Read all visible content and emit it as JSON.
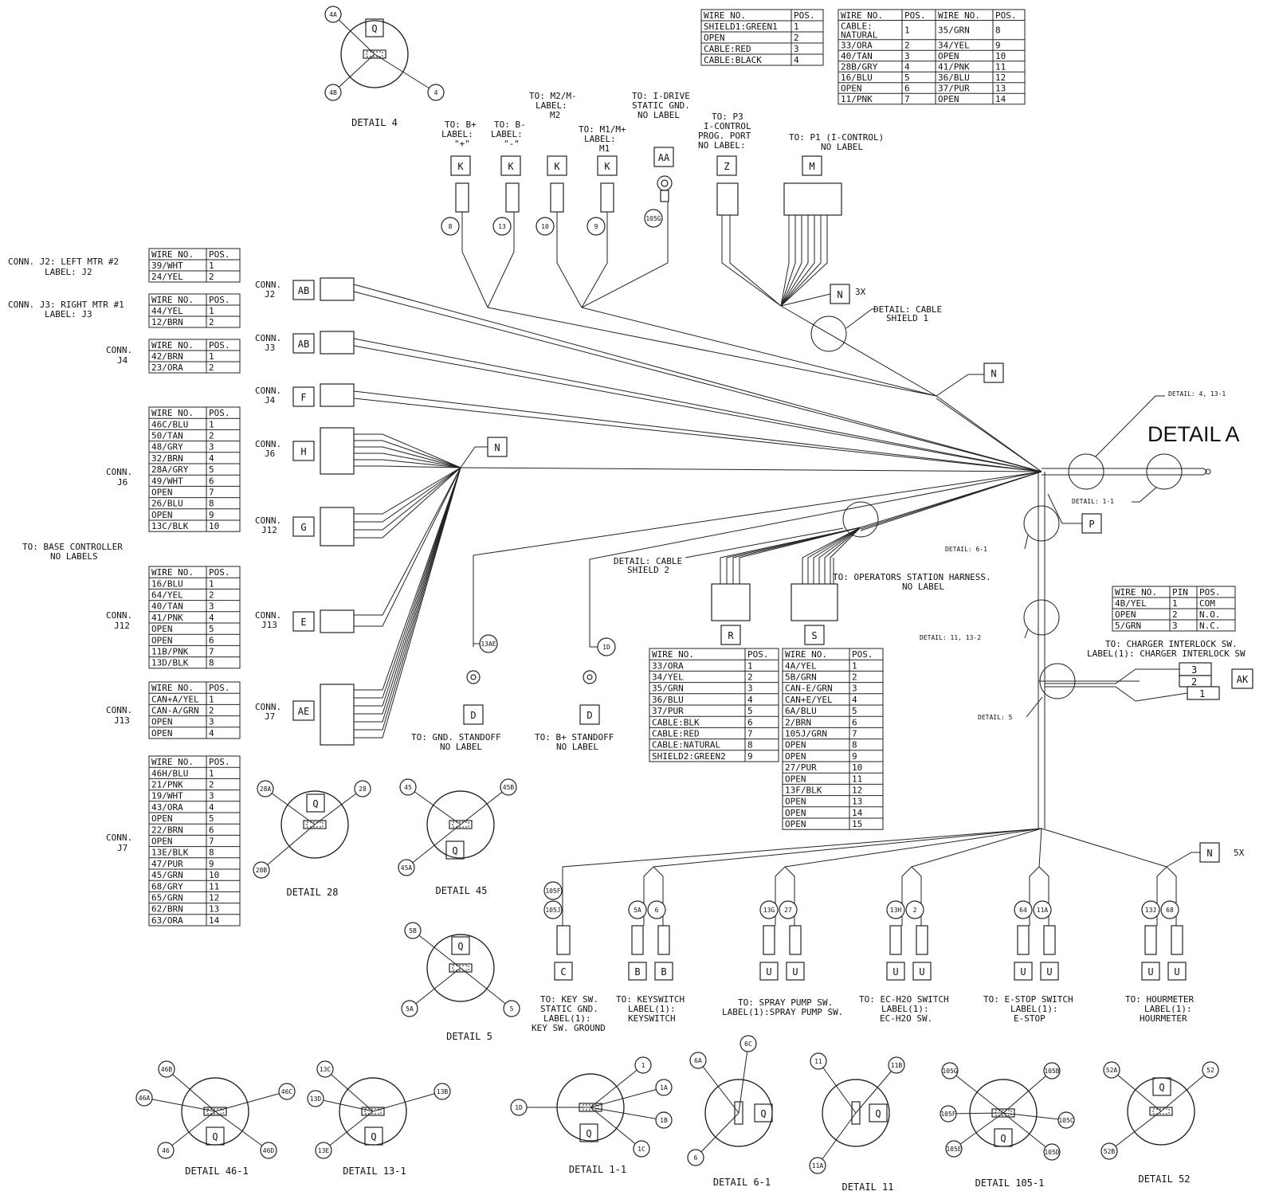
{
  "title": "DETAIL A",
  "tables": [
    {
      "id": "j2",
      "hdr": [
        "WIRE NO.",
        "POS."
      ],
      "rows": [
        [
          "39/WHT",
          "1"
        ],
        [
          "24/YEL",
          "2"
        ]
      ]
    },
    {
      "id": "j3",
      "hdr": [
        "WIRE NO.",
        "POS."
      ],
      "rows": [
        [
          "44/YEL",
          "1"
        ],
        [
          "12/BRN",
          "2"
        ]
      ]
    },
    {
      "id": "j4",
      "hdr": [
        "WIRE NO.",
        "POS."
      ],
      "rows": [
        [
          "42/BRN",
          "1"
        ],
        [
          "23/ORA",
          "2"
        ]
      ]
    },
    {
      "id": "j6",
      "hdr": [
        "WIRE NO.",
        "POS."
      ],
      "rows": [
        [
          "46C/BLU",
          "1"
        ],
        [
          "50/TAN",
          "2"
        ],
        [
          "48/GRY",
          "3"
        ],
        [
          "32/BRN",
          "4"
        ],
        [
          "28A/GRY",
          "5"
        ],
        [
          "49/WHT",
          "6"
        ],
        [
          "OPEN",
          "7"
        ],
        [
          "26/BLU",
          "8"
        ],
        [
          "OPEN",
          "9"
        ],
        [
          "13C/BLK",
          "10"
        ]
      ]
    },
    {
      "id": "j12",
      "hdr": [
        "WIRE NO.",
        "POS."
      ],
      "rows": [
        [
          "16/BLU",
          "1"
        ],
        [
          "64/YEL",
          "2"
        ],
        [
          "40/TAN",
          "3"
        ],
        [
          "41/PNK",
          "4"
        ],
        [
          "OPEN",
          "5"
        ],
        [
          "OPEN",
          "6"
        ],
        [
          "11B/PNK",
          "7"
        ],
        [
          "13D/BLK",
          "8"
        ]
      ]
    },
    {
      "id": "j13",
      "hdr": [
        "WIRE NO.",
        "POS."
      ],
      "rows": [
        [
          "CAN+A/YEL",
          "1"
        ],
        [
          "CAN-A/GRN",
          "2"
        ],
        [
          "OPEN",
          "3"
        ],
        [
          "OPEN",
          "4"
        ]
      ]
    },
    {
      "id": "j7",
      "hdr": [
        "WIRE NO.",
        "POS."
      ],
      "rows": [
        [
          "46H/BLU",
          "1"
        ],
        [
          "21/PNK",
          "2"
        ],
        [
          "19/WHT",
          "3"
        ],
        [
          "43/ORA",
          "4"
        ],
        [
          "OPEN",
          "5"
        ],
        [
          "22/BRN",
          "6"
        ],
        [
          "OPEN",
          "7"
        ],
        [
          "13E/BLK",
          "8"
        ],
        [
          "47/PUR",
          "9"
        ],
        [
          "45/GRN",
          "10"
        ],
        [
          "68/GRY",
          "11"
        ],
        [
          "65/GRN",
          "12"
        ],
        [
          "62/BRN",
          "13"
        ],
        [
          "63/ORA",
          "14"
        ]
      ]
    },
    {
      "id": "z",
      "hdr": [
        "WIRE NO.",
        "POS."
      ],
      "rows": [
        [
          "SHIELD1:GREEN1",
          "1"
        ],
        [
          "OPEN",
          "2"
        ],
        [
          "CABLE:RED",
          "3"
        ],
        [
          "CABLE:BLACK",
          "4"
        ]
      ]
    },
    {
      "id": "m",
      "hdr": [
        "WIRE NO.",
        "POS.",
        "WIRE NO.",
        "POS."
      ],
      "rows": [
        [
          "CABLE: NATURAL",
          "1",
          "35/GRN",
          "8"
        ],
        [
          "33/ORA",
          "2",
          "34/YEL",
          "9"
        ],
        [
          "40/TAN",
          "3",
          "OPEN",
          "10"
        ],
        [
          "28B/GRY",
          "4",
          "41/PNK",
          "11"
        ],
        [
          "16/BLU",
          "5",
          "36/BLU",
          "12"
        ],
        [
          "OPEN",
          "6",
          "37/PUR",
          "13"
        ],
        [
          "11/PNK",
          "7",
          "OPEN",
          "14"
        ]
      ]
    },
    {
      "id": "r",
      "hdr": [
        "WIRE NO.",
        "POS."
      ],
      "rows": [
        [
          "33/ORA",
          "1"
        ],
        [
          "34/YEL",
          "2"
        ],
        [
          "35/GRN",
          "3"
        ],
        [
          "36/BLU",
          "4"
        ],
        [
          "37/PUR",
          "5"
        ],
        [
          "CABLE:BLK",
          "6"
        ],
        [
          "CABLE:RED",
          "7"
        ],
        [
          "CABLE:NATURAL",
          "8"
        ],
        [
          "SHIELD2:GREEN2",
          "9"
        ]
      ]
    },
    {
      "id": "s",
      "hdr": [
        "WIRE NO.",
        "POS."
      ],
      "rows": [
        [
          "4A/YEL",
          "1"
        ],
        [
          "5B/GRN",
          "2"
        ],
        [
          "CAN-E/GRN",
          "3"
        ],
        [
          "CAN+E/YEL",
          "4"
        ],
        [
          "6A/BLU",
          "5"
        ],
        [
          "2/BRN",
          "6"
        ],
        [
          "105J/GRN",
          "7"
        ],
        [
          "OPEN",
          "8"
        ],
        [
          "OPEN",
          "9"
        ],
        [
          "27/PUR",
          "10"
        ],
        [
          "OPEN",
          "11"
        ],
        [
          "13F/BLK",
          "12"
        ],
        [
          "OPEN",
          "13"
        ],
        [
          "OPEN",
          "14"
        ],
        [
          "OPEN",
          "15"
        ]
      ]
    },
    {
      "id": "ak",
      "hdr": [
        "WIRE NO.",
        "PIN",
        "POS."
      ],
      "rows": [
        [
          "4B/YEL",
          "1",
          "COM"
        ],
        [
          "OPEN",
          "2",
          "N.O."
        ],
        [
          "5/GRN",
          "3",
          "N.C."
        ]
      ]
    }
  ],
  "texts": {
    "conn_j2": "CONN. J2: LEFT MTR #2",
    "label_j2": "LABEL: J2",
    "conn_j3": "CONN. J3: RIGHT MTR #1",
    "label_j3": "LABEL: J3",
    "conn_j4a": "CONN.",
    "conn_j4b": "J4",
    "conn_j6a": "CONN.",
    "conn_j6b": "J6",
    "base1": "TO: BASE CONTROLLER",
    "base2": "NO LABELS",
    "conn_j12a": "CONN.",
    "conn_j12b": "J12",
    "conn_j13a": "CONN.",
    "conn_j13b": "J13",
    "conn_j7a": "CONN.",
    "conn_j7b": "J7",
    "hc_j2a": "CONN.",
    "hc_j2b": "J2",
    "hc_j3a": "CONN.",
    "hc_j3b": "J3",
    "hc_j4a": "CONN.",
    "hc_j4b": "J4",
    "hc_j6a": "CONN.",
    "hc_j6b": "J6",
    "hc_j12a": "CONN.",
    "hc_j12b": "J12",
    "hc_j13a": "CONN.",
    "hc_j13b": "J13",
    "hc_j7a": "CONN.",
    "hc_j7b": "J7",
    "bplus1": "TO: B+",
    "bplus2": "LABEL:",
    "bplus3": "\"+\"",
    "bminus1": "TO: B-",
    "bminus2": "LABEL:",
    "bminus3": "\"-\"",
    "m2_1": "TO: M2/M-",
    "m2_2": "LABEL:",
    "m2_3": "M2",
    "m1_1": "TO: M1/M+",
    "m1_2": "LABEL:",
    "m1_3": "M1",
    "idrive1": "TO: I-DRIVE",
    "idrive2": "STATIC GND.",
    "idrive3": "NO LABEL",
    "p3_1": "TO: P3",
    "p3_2": "I-CONTROL",
    "p3_3": "PROG. PORT",
    "p3_4": "NO LABEL:",
    "p1_1": "TO: P1 (I-CONTROL)",
    "p1_2": "NO LABEL",
    "n3x": "3X",
    "n5x": "5X",
    "shield1a": "DETAIL: CABLE",
    "shield1b": "SHIELD 1",
    "shield2a": "DETAIL: CABLE",
    "shield2b": "SHIELD 2",
    "det4_13": "DETAIL: 4, 13-1",
    "det1_1": "DETAIL: 1-1",
    "det6_1": "DETAIL: 6-1",
    "det11_13": "DETAIL: 11, 13-2",
    "det5": "DETAIL: 5",
    "ops1": "TO: OPERATORS STATION HARNESS.",
    "ops2": "NO LABEL",
    "gnd1": "TO: GND. STANDOFF",
    "gnd2": "NO LABEL",
    "bst1": "TO: B+ STANDOFF",
    "bst2": "NO LABEL",
    "chg1": "TO: CHARGER INTERLOCK SW.",
    "chg2": "LABEL(1): CHARGER INTERLOCK SW",
    "key1": "TO: KEY SW.",
    "key2": "STATIC GND.",
    "key3": "LABEL(1):",
    "key4": "KEY SW. GROUND",
    "ks1": "TO: KEYSWITCH",
    "ks2": "LABEL(1):",
    "ks3": "KEYSWITCH",
    "sp1": "TO: SPRAY PUMP SW.",
    "sp2": "LABEL(1):SPRAY PUMP SW.",
    "ec1": "TO: EC-H2O SWITCH",
    "ec2": "LABEL(1):",
    "ec3": "EC-H2O SW.",
    "es1": "TO: E-STOP SWITCH",
    "es2": "LABEL(1):",
    "es3": "E-STOP",
    "hm1": "TO: HOURMETER",
    "hm2": "LABEL(1):",
    "hm3": "HOURMETER"
  },
  "connectors": {
    "ab": "AB",
    "f": "F",
    "h": "H",
    "g": "G",
    "e": "E",
    "ae": "AE",
    "k": "K",
    "aa": "AA",
    "z": "Z",
    "m": "M",
    "n": "N",
    "p": "P",
    "r": "R",
    "s": "S",
    "d": "D",
    "ak": "AK",
    "c": "C",
    "b": "B",
    "u": "U",
    "q": "Q"
  },
  "wires": {
    "w8": "8",
    "w13": "13",
    "w10": "10",
    "w9": "9",
    "w105g": "105G",
    "w13ae": "13AE",
    "w1d": "1D",
    "w105f": "105F",
    "w105j": "105J",
    "w5a": "5A",
    "w6": "6",
    "w13g": "13G",
    "w27": "27",
    "w13h": "13H",
    "w2": "2",
    "w64": "64",
    "w11a": "11A",
    "w13j": "13J",
    "w68": "68"
  },
  "details": [
    {
      "id": "d4",
      "title": "DETAIL 4",
      "labels": [
        "4A",
        "4B",
        "4"
      ]
    },
    {
      "id": "d28",
      "title": "DETAIL 28",
      "labels": [
        "28A",
        "28",
        "28B"
      ]
    },
    {
      "id": "d45",
      "title": "DETAIL 45",
      "labels": [
        "45",
        "45B",
        "45A"
      ]
    },
    {
      "id": "d5",
      "title": "DETAIL 5",
      "labels": [
        "5B",
        "5A",
        "5"
      ]
    },
    {
      "id": "d46",
      "title": "DETAIL 46-1",
      "labels": [
        "46B",
        "46A",
        "46",
        "46C",
        "46D"
      ]
    },
    {
      "id": "d13",
      "title": "DETAIL 13-1",
      "labels": [
        "13C",
        "13D",
        "13E",
        "13B"
      ]
    },
    {
      "id": "d1",
      "title": "DETAIL 1-1",
      "labels": [
        "1D",
        "1",
        "1A",
        "1B",
        "1C"
      ]
    },
    {
      "id": "d6",
      "title": "DETAIL 6-1",
      "labels": [
        "6A",
        "6C",
        "6"
      ]
    },
    {
      "id": "d11",
      "title": "DETAIL 11",
      "labels": [
        "11",
        "11B",
        "11A"
      ]
    },
    {
      "id": "d105",
      "title": "DETAIL 105-1",
      "labels": [
        "105G",
        "105B",
        "105F",
        "105C",
        "105E",
        "105D"
      ]
    },
    {
      "id": "d52",
      "title": "DETAIL 52",
      "labels": [
        "52A",
        "52",
        "52B"
      ]
    }
  ],
  "ak_pins": [
    "3",
    "2",
    "1"
  ]
}
